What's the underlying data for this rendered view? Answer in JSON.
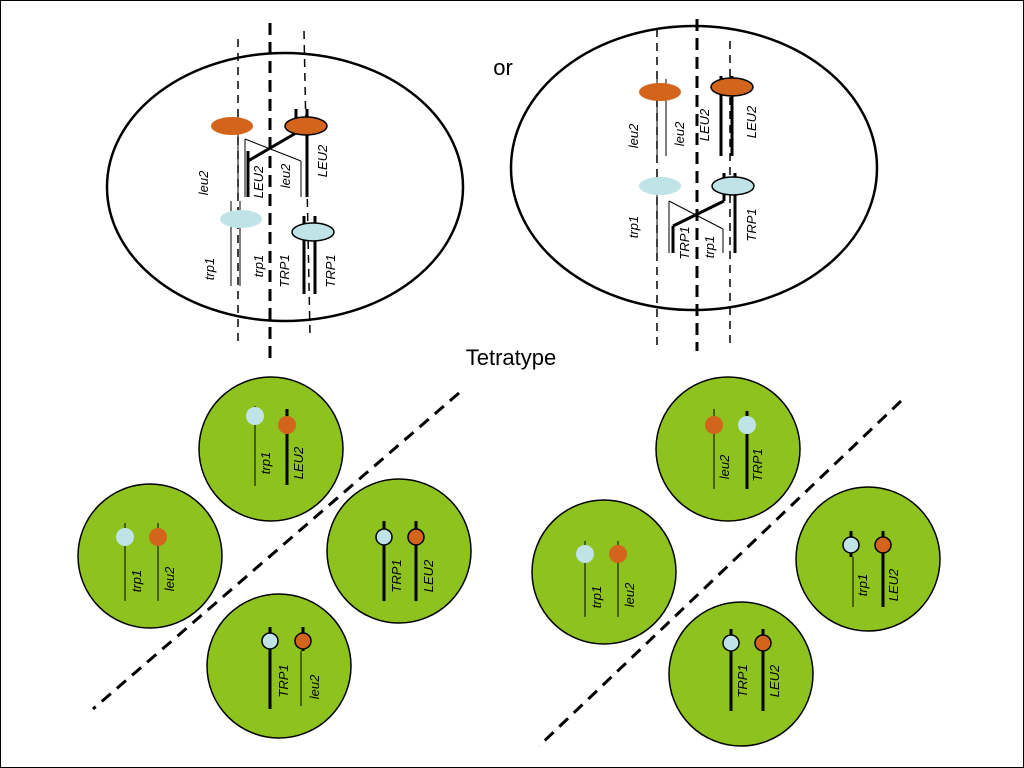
{
  "title": "Tetratype",
  "connector": "or",
  "colors": {
    "green": "#8DC21F",
    "orange": "#D3641B",
    "lightblue": "#BFE3E6"
  },
  "meiosis_left": {
    "leu_labels": [
      "leu2",
      "LEU2",
      "leu2",
      "LEU2"
    ],
    "trp_labels": [
      "trp1",
      "trp1",
      "TRP1",
      "TRP1"
    ]
  },
  "meiosis_right": {
    "leu_labels": [
      "leu2",
      "leu2",
      "LEU2",
      "LEU2"
    ],
    "trp_labels": [
      "trp1",
      "TRP1",
      "trp1",
      "TRP1"
    ]
  },
  "tetrad_left": [
    {
      "a": "trp1",
      "b": "LEU2"
    },
    {
      "a": "trp1",
      "b": "leu2"
    },
    {
      "a": "TRP1",
      "b": "LEU2"
    },
    {
      "a": "TRP1",
      "b": "leu2"
    }
  ],
  "tetrad_right": [
    {
      "a": "leu2",
      "b": "TRP1"
    },
    {
      "a": "trp1",
      "b": "leu2"
    },
    {
      "a": "trp1",
      "b": "LEU2"
    },
    {
      "a": "TRP1",
      "b": "LEU2"
    }
  ]
}
